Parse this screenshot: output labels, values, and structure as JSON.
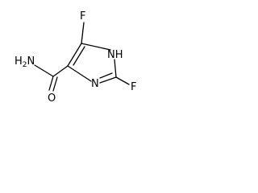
{
  "atoms": {
    "amide_nitrogen": "H2N",
    "carbonyl_oxygen": "O",
    "fluorine_top": "F",
    "fluorine_right": "F",
    "ring_nh": "NH",
    "ring_n": "N"
  },
  "colors": {
    "ink": "#000000",
    "background": "#ffffff"
  }
}
